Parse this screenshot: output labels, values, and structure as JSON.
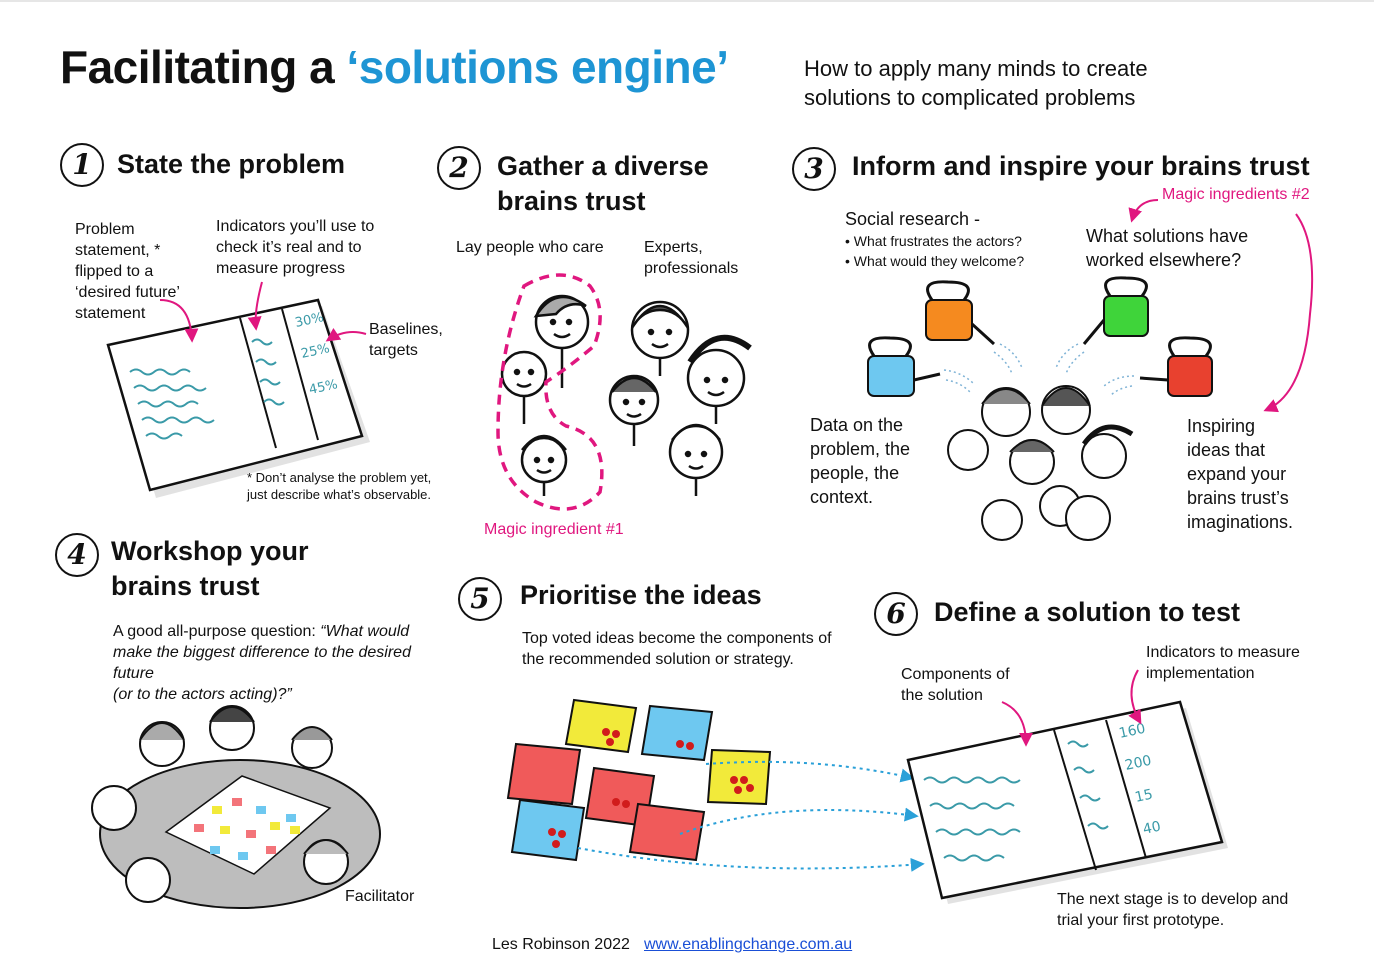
{
  "header": {
    "title_pre": "Facilitating a ",
    "title_accent": "‘solutions engine’",
    "subtitle_line1": "How to apply many minds to create",
    "subtitle_line2": "solutions to complicated problems"
  },
  "colors": {
    "accent": "#1e95d4",
    "magic": "#e0177f",
    "link": "#1a4fd6",
    "teal": "#3a9aa8"
  },
  "steps": [
    {
      "num": "1",
      "title": "State the problem",
      "labels": {
        "problem": [
          "Problem",
          "statement, *",
          "flipped to a",
          "‘desired future’",
          "statement"
        ],
        "indicators": [
          "Indicators you’ll use to",
          "check it’s real and to",
          "measure progress"
        ],
        "baselines": [
          "Baselines,",
          "targets"
        ],
        "footnote": [
          "* Don’t analyse the problem yet,",
          "just describe what’s observable."
        ],
        "sheet_values": [
          "30%",
          "25%",
          "45%"
        ]
      }
    },
    {
      "num": "2",
      "title_line1": "Gather a diverse",
      "title_line2": "brains trust",
      "labels": {
        "lay": "Lay people who care",
        "experts": [
          "Experts,",
          "professionals"
        ],
        "magic": "Magic ingredient #1"
      }
    },
    {
      "num": "3",
      "title": "Inform and inspire your brains trust",
      "labels": {
        "magic": "Magic ingredients #2",
        "social": "Social research -",
        "bullet1": "• What frustrates the actors?",
        "bullet2": "• What would they welcome?",
        "solutions": [
          "What solutions have",
          "worked elsewhere?"
        ],
        "data": [
          "Data on the",
          "problem, the",
          "people, the",
          "context."
        ],
        "inspiring": [
          "Inspiring",
          "ideas that",
          "expand your",
          "brains trust’s",
          "imaginations."
        ]
      }
    },
    {
      "num": "4",
      "title_line1": "Workshop your",
      "title_line2": "brains trust",
      "labels": {
        "question_pre": "A good all-purpose question: ",
        "question_q1": "“What would",
        "question_q2": "make the biggest difference to the desired future",
        "question_q3": "(or to the actors acting)?”",
        "facilitator": "Facilitator"
      }
    },
    {
      "num": "5",
      "title": "Prioritise the ideas",
      "labels": {
        "desc": [
          "Top voted ideas become the components of",
          "the recommended solution or strategy."
        ]
      }
    },
    {
      "num": "6",
      "title": "Define a solution to test",
      "labels": {
        "components": [
          "Components of",
          "the solution"
        ],
        "indicators": [
          "Indicators to measure",
          "implementation"
        ],
        "next": [
          "The next stage is to develop and",
          "trial your first prototype."
        ],
        "sheet_values": [
          "160",
          "200",
          "15",
          "40"
        ]
      }
    }
  ],
  "footer": {
    "author": "Les Robinson 2022",
    "url": "www.enablingchange.com.au"
  }
}
